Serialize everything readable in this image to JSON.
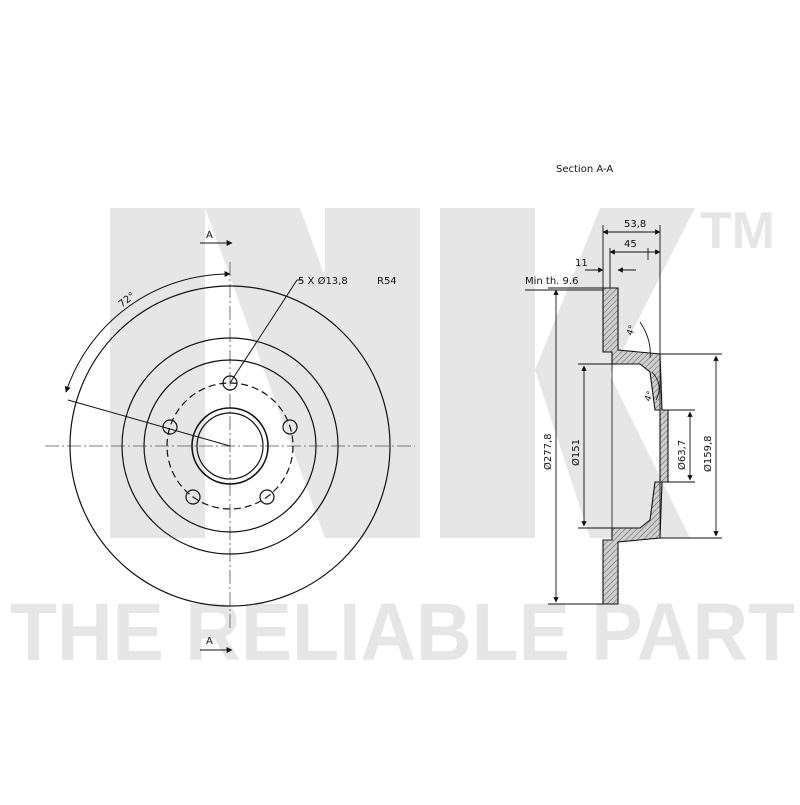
{
  "watermark": {
    "brand": "NK",
    "trademark": "TM",
    "slogan": "THE RELIABLE PART",
    "color": "#e6e6e6"
  },
  "front_view": {
    "section_marker_top": "A",
    "section_marker_bottom": "A",
    "bolt_pattern": "5 X Ø13,8",
    "bolt_radius": "R54",
    "bolt_angle": "72°"
  },
  "section_view": {
    "title": "Section A-A",
    "dim_overall_height": "53,8",
    "dim_offset": "45",
    "dim_flange": "11",
    "min_thickness": "Min th. 9.6",
    "dia_outer": "Ø277,8",
    "dia_hat": "Ø151",
    "dia_center_bore": "Ø63,7",
    "dia_hub": "Ø159,8",
    "angle_top": "4°",
    "angle_bottom": "4°"
  },
  "colors": {
    "line": "#111111",
    "section_hatch_fill": "#bdbdbd",
    "watermark": "#e6e6e6"
  }
}
